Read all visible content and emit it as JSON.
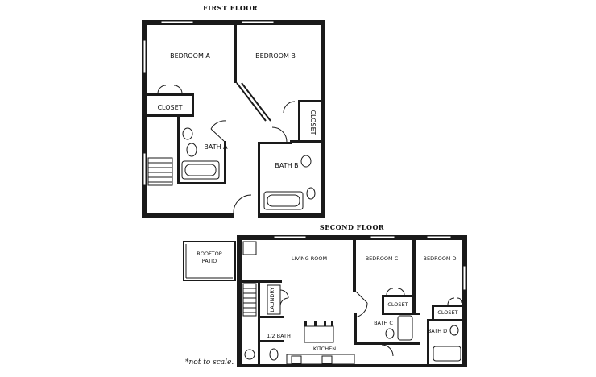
{
  "floors": [
    {
      "title": "FIRST FLOOR",
      "rooms": [
        "BEDROOM A",
        "BEDROOM B",
        "CLOSET",
        "CLOSET",
        "BATH A",
        "BATH B"
      ]
    },
    {
      "title": "SECOND FLOOR",
      "rooms": [
        "ROOFTOP",
        "PATIO",
        "LIVING ROOM",
        "BEDROOM C",
        "BEDROOM D",
        "CLOSET",
        "CLOSET",
        "LAUNDRY",
        "1/2 BATH",
        "BATH C",
        "BATH D",
        "KITCHEN"
      ]
    }
  ],
  "note": "*not to scale."
}
